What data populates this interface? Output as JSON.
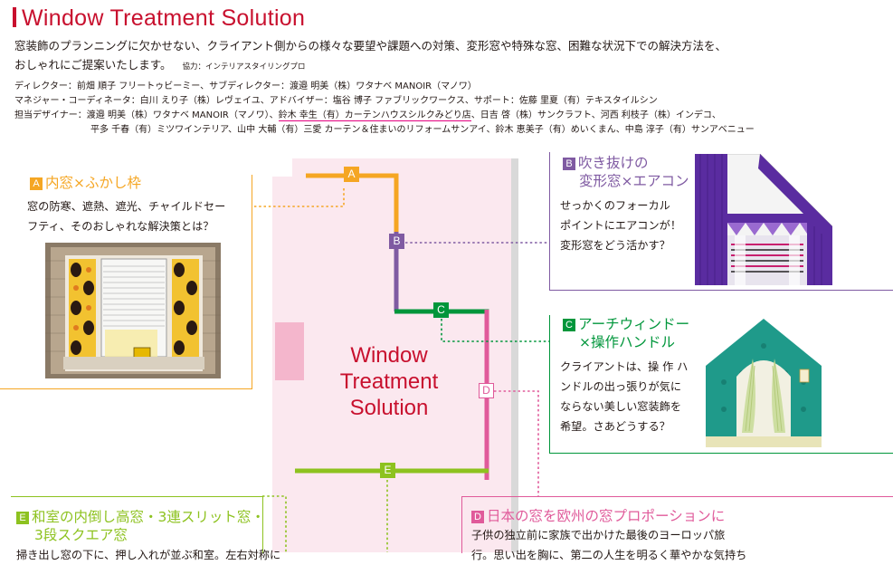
{
  "header": {
    "title": "Window Treatment Solution",
    "intro_line1": "窓装飾のプランニングに欠かせない、クライアント側からの様々な要望や課題への対策、変形窓や特殊な窓、困難な状況下での解決方法を、",
    "intro_line2": "おしゃれにご提案いたします。",
    "cooperation": "協力：インテリアスタイリングプロ"
  },
  "credits": {
    "line1": "ディレクター：前畑 順子 フリートゥビーミー、サブディレクター：渡邉 明美（株）ワタナベ MANOIR（マノワ）",
    "line2": "マネジャー・コーディネータ：白川 えり子（株）レヴェイユ、アドバイザー：塩谷 博子 ファブリックワークス、サポート：佐藤 里夏（有）テキスタイルシン",
    "line3_prefix": "担当デザイナー：渡邉 明美（株）ワタナベ MANOIR（マノワ）、",
    "line3_highlight": "鈴木 幸生（有）カーテンハウスシルクみどり店",
    "line3_suffix": "、日吉 啓（株）サンクラフト、河西 利枝子（株）インデコ、",
    "line4": "平多 千春（有）ミツワインテリア、山中 大輔（有）三愛 カーテン＆住まいのリフォームサンアイ、鈴木 恵美子（有）めいくまん、中島 淳子（有）サンアベニュー"
  },
  "center_title": {
    "line1": "Window",
    "line2": "Treatment",
    "line3": "Solution"
  },
  "sections": {
    "a": {
      "letter": "A",
      "title": "内窓×ふかし枠",
      "body1": "窓の防寒、遮熱、遮光、チャイルドセー",
      "body2": "フティ、そのおしゃれな解決策とは？"
    },
    "b": {
      "letter": "B",
      "title1": "吹き抜けの",
      "title2": "変形窓×エアコン",
      "body1": "せっかくのフォーカル",
      "body2": "ポイントにエアコンが！",
      "body3": "変形窓をどう活かす？"
    },
    "c": {
      "letter": "C",
      "title1": "アーチウィンドー",
      "title2": "×操作ハンドル",
      "body1": "クライアントは、操 作 ハ",
      "body2": "ンドルの出っ張りが気に",
      "body3": "ならない美しい窓装飾を",
      "body4": "希望。さあどうする？"
    },
    "d": {
      "letter": "D",
      "title": "日本の窓を欧州の窓プロポーションに",
      "body1": "子供の独立前に家族で出かけた最後のヨーロッパ旅",
      "body2": "行。思い出を胸に、第二の人生を明るく華やかな気持ち"
    },
    "e": {
      "letter": "E",
      "title1": "和室の内倒し高窓・3連スリット窓・",
      "title2": "3段スクエア窓",
      "body1": "掃き出し窓の下に、押し入れが並ぶ和室。左右対称に"
    }
  },
  "colors": {
    "red": "#c8102e",
    "a": "#f5a623",
    "b": "#7f5aa2",
    "c": "#00963b",
    "d": "#e05a9a",
    "e": "#8dc21f",
    "highlight": "#e4007f"
  },
  "images": {
    "a": "inner-window-illustration",
    "b": "purple-curtain-illustration",
    "c": "arched-window-illustration"
  }
}
